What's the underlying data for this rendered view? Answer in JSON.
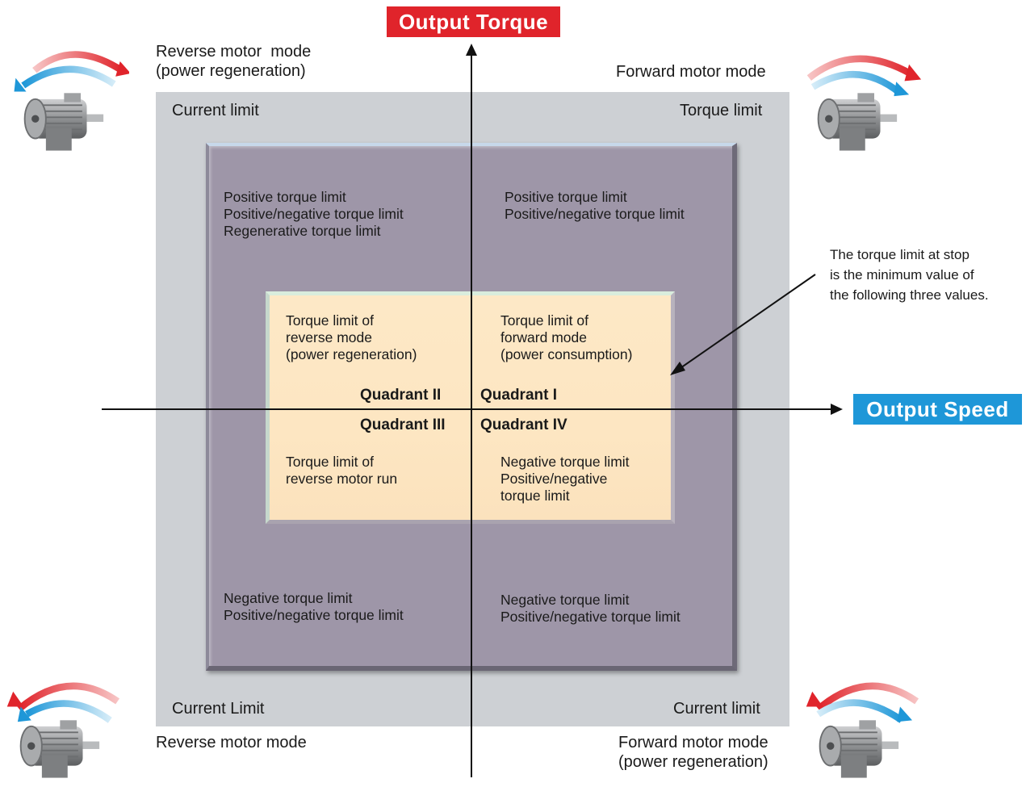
{
  "axes": {
    "vertical_label": "Output Torque",
    "horizontal_label": "Output Speed",
    "colors": {
      "torque_badge": "#e0242b",
      "speed_badge": "#1e97d8"
    }
  },
  "modes": {
    "top_left": [
      "Reverse motor  mode",
      "(power regeneration)"
    ],
    "top_right": "Forward motor mode",
    "bottom_left": "Reverse motor mode",
    "bottom_right": [
      "Forward motor mode",
      "(power regeneration)"
    ]
  },
  "outer_box": {
    "top_left": "Current limit",
    "top_right": "Torque limit",
    "bottom_left": "Current Limit",
    "bottom_right": "Current limit"
  },
  "middle_box": {
    "top_left": [
      "Positive torque limit",
      "Positive/negative torque limit",
      "Regenerative torque limit"
    ],
    "top_right": [
      "Positive torque limit",
      "Positive/negative torque limit"
    ],
    "bottom_left": [
      "Negative torque limit",
      "Positive/negative torque limit"
    ],
    "bottom_right": [
      "Negative torque limit",
      "Positive/negative torque limit"
    ]
  },
  "inner_box": {
    "top_left": [
      "Torque limit of",
      "reverse mode",
      "(power regeneration)"
    ],
    "top_right": [
      "Torque limit of",
      "forward mode",
      "(power consumption)"
    ],
    "bottom_left": [
      "Torque limit of",
      "reverse motor run"
    ],
    "bottom_right": [
      "Negative torque limit",
      "Positive/negative",
      "torque limit"
    ]
  },
  "quadrants": {
    "q1": "Quadrant I",
    "q2": "Quadrant II",
    "q3": "Quadrant III",
    "q4": "Quadrant IV"
  },
  "note": [
    "The torque limit at stop",
    "is the minimum value of",
    "the following three values."
  ],
  "icons": {
    "motor": "electric-motor-icon",
    "arrow_red": "rotation-arrow-red-icon",
    "arrow_blue": "rotation-arrow-blue-icon"
  }
}
